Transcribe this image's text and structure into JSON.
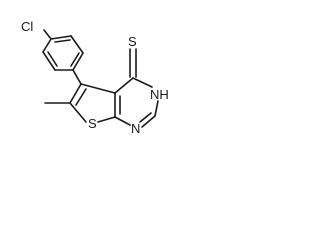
{
  "molecule": {
    "atoms": {
      "cl": "Cl",
      "s_thioxo": "S",
      "s_ring": "S",
      "n_h": "NH",
      "n": "N"
    },
    "colors": {
      "bond": "#1a1a1a",
      "label": "#1a1a1a",
      "background": "#ffffff"
    }
  }
}
